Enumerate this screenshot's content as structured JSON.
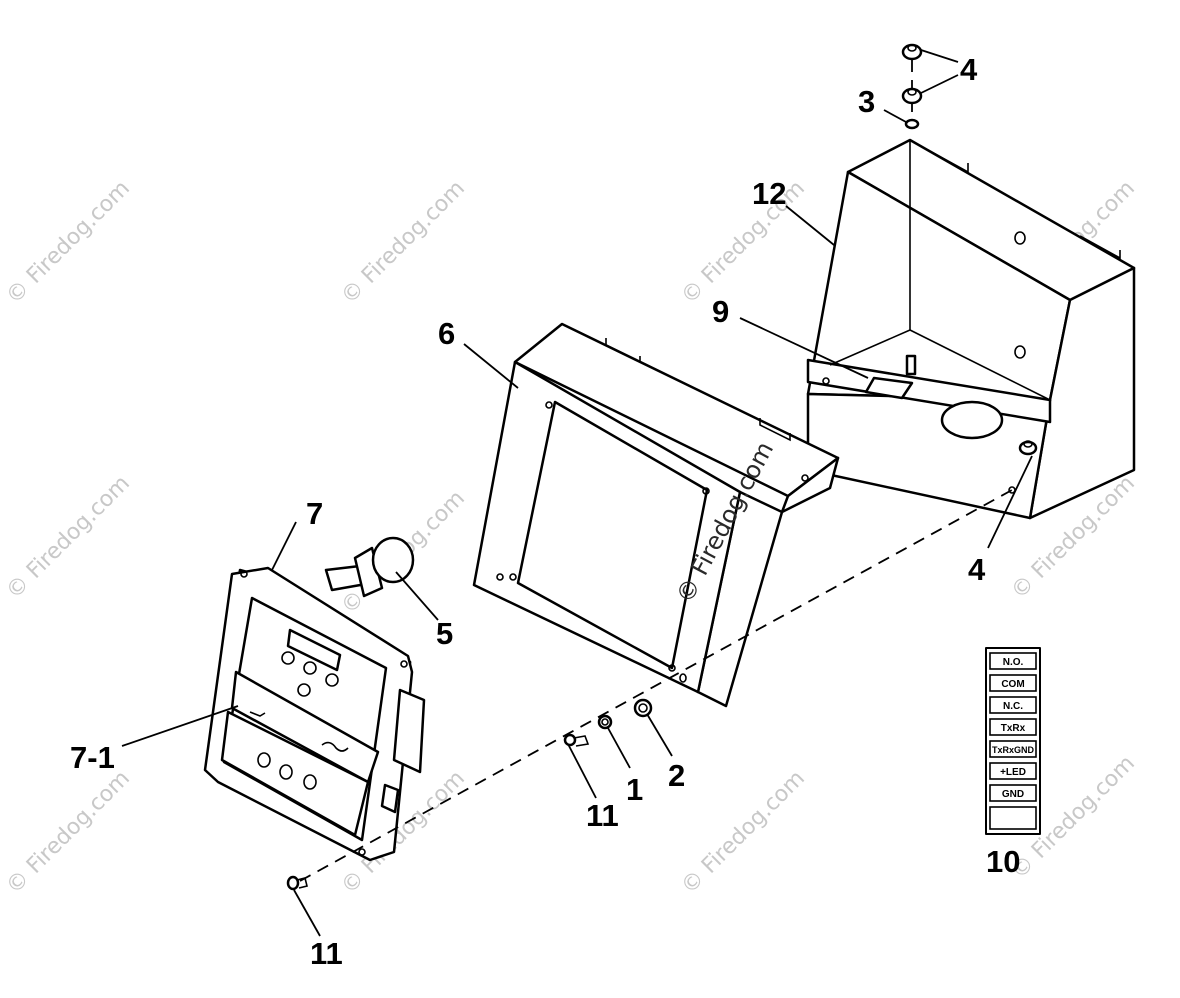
{
  "diagram": {
    "callouts": [
      {
        "id": "callout-4-top",
        "text": "4"
      },
      {
        "id": "callout-3",
        "text": "3"
      },
      {
        "id": "callout-12",
        "text": "12"
      },
      {
        "id": "callout-9",
        "text": "9"
      },
      {
        "id": "callout-6",
        "text": "6"
      },
      {
        "id": "callout-7",
        "text": "7"
      },
      {
        "id": "callout-5",
        "text": "5"
      },
      {
        "id": "callout-4-right",
        "text": "4"
      },
      {
        "id": "callout-7-1",
        "text": "7-1"
      },
      {
        "id": "callout-11-mid",
        "text": "11"
      },
      {
        "id": "callout-1",
        "text": "1"
      },
      {
        "id": "callout-2",
        "text": "2"
      },
      {
        "id": "callout-11-bottom",
        "text": "11"
      },
      {
        "id": "callout-10",
        "text": "10"
      }
    ],
    "terminal_labels": [
      "N.O.",
      "COM",
      "N.C.",
      "TxRx",
      "TxRxGND",
      "+LED",
      "GND",
      ""
    ],
    "watermark": "© Firedog.com"
  }
}
